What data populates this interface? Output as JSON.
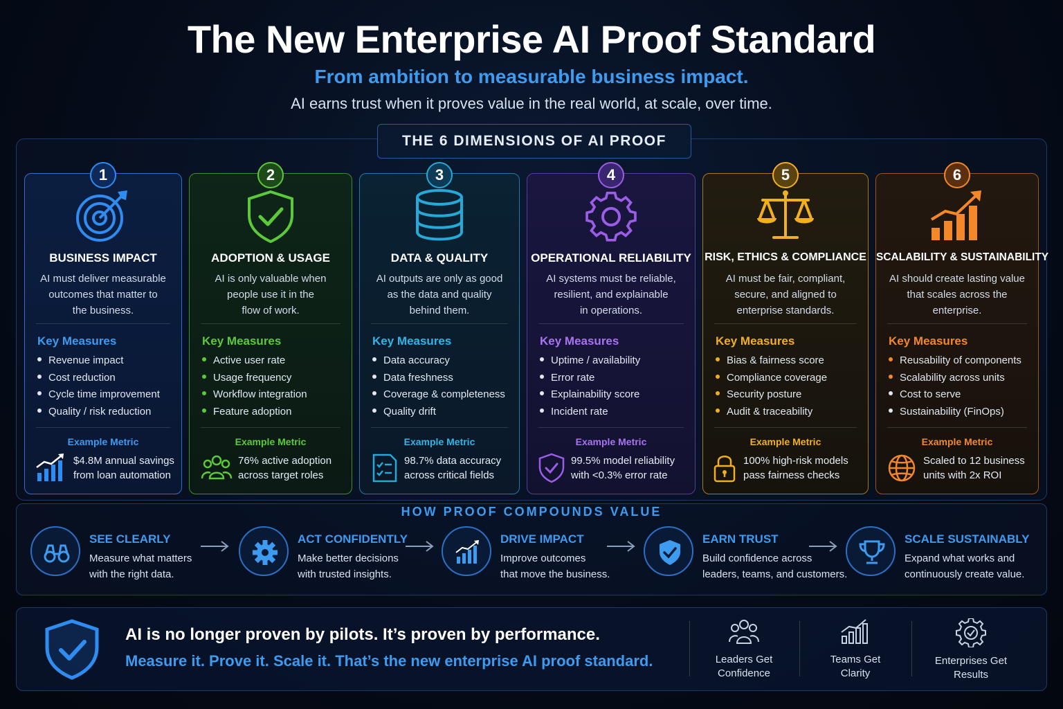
{
  "header": {
    "title": "The New Enterprise AI Proof Standard",
    "subtitle": "From ambition to measurable business impact.",
    "tagline": "AI earns trust when it proves value in the real world, at scale, over time."
  },
  "dimensions": {
    "heading": "THE 6 DIMENSIONS OF AI PROOF",
    "key_measures_label": "Key Measures",
    "example_metric_label": "Example Metric",
    "cards": [
      {
        "number": "1",
        "name": "BUSINESS IMPACT",
        "color": "#2f8cf0",
        "icon": "target-icon",
        "desc": [
          "AI must deliver measurable",
          "outcomes that matter to",
          "the business."
        ],
        "measures": [
          "Revenue impact",
          "Cost reduction",
          "Cycle time improvement",
          "Quality / risk reduction"
        ],
        "metric_icon": "growth-chart-icon",
        "metric": [
          "$4.8M annual savings",
          "from loan automation"
        ]
      },
      {
        "number": "2",
        "name": "ADOPTION & USAGE",
        "color": "#5cc93a",
        "icon": "shield-check-icon",
        "desc": [
          "AI is only valuable when",
          "people use it in the",
          "flow of work."
        ],
        "measures": [
          "Active user rate",
          "Usage frequency",
          "Workflow integration",
          "Feature adoption"
        ],
        "metric_icon": "people-icon",
        "metric": [
          "76% active adoption",
          "across target roles"
        ]
      },
      {
        "number": "3",
        "name": "DATA & QUALITY",
        "color": "#25a9d9",
        "icon": "database-icon",
        "desc": [
          "AI outputs are only as good",
          "as the data and quality",
          "behind them."
        ],
        "measures": [
          "Data accuracy",
          "Data freshness",
          "Coverage & completeness",
          "Quality drift"
        ],
        "metric_icon": "checklist-icon",
        "metric": [
          "98.7% data accuracy",
          "across critical fields"
        ]
      },
      {
        "number": "4",
        "name": "OPERATIONAL RELIABILITY",
        "color": "#9b5de5",
        "icon": "gear-icon",
        "desc": [
          "AI systems must be reliable,",
          "resilient, and explainable",
          "in operations."
        ],
        "measures": [
          "Uptime / availability",
          "Error rate",
          "Explainability score",
          "Incident rate"
        ],
        "metric_icon": "shield-check-icon",
        "metric": [
          "99.5% model reliability",
          "with <0.3% error rate"
        ]
      },
      {
        "number": "5",
        "name": "RISK, ETHICS & COMPLIANCE",
        "color": "#f2b01e",
        "icon": "scales-icon",
        "desc": [
          "AI must be fair, compliant,",
          "secure, and aligned to",
          "enterprise standards."
        ],
        "measures": [
          "Bias & fairness score",
          "Compliance coverage",
          "Security posture",
          "Audit & traceability"
        ],
        "metric_icon": "lock-icon",
        "metric": [
          "100% high-risk models",
          "pass fairness checks"
        ]
      },
      {
        "number": "6",
        "name": "SCALABILITY & SUSTAINABILITY",
        "color": "#f2882a",
        "icon": "growth-bars-icon",
        "desc": [
          "AI should create lasting value",
          "that scales across the",
          "enterprise."
        ],
        "measures": [
          "Reusability of components",
          "Scalability across units",
          "Cost to serve",
          "Sustainability (FinOps)"
        ],
        "metric_icon": "globe-icon",
        "metric": [
          "Scaled to 12 business",
          "units with 2x ROI"
        ]
      }
    ]
  },
  "compounding": {
    "heading": "HOW PROOF COMPOUNDS VALUE",
    "steps": [
      {
        "name": "SEE CLEARLY",
        "icon": "binoculars-icon",
        "desc": [
          "Measure what matters",
          "with the right data."
        ]
      },
      {
        "name": "ACT CONFIDENTLY",
        "icon": "gear-icon",
        "desc": [
          "Make better decisions",
          "with trusted insights."
        ]
      },
      {
        "name": "DRIVE IMPACT",
        "icon": "growth-chart-icon",
        "desc": [
          "Improve outcomes",
          "that move the business."
        ]
      },
      {
        "name": "EARN TRUST",
        "icon": "shield-check-icon",
        "desc": [
          "Build confidence across",
          "leaders, teams, and customers."
        ]
      },
      {
        "name": "SCALE SUSTAINABLY",
        "icon": "trophy-icon",
        "desc": [
          "Expand what works and",
          "continuously create value."
        ]
      }
    ]
  },
  "banner": {
    "line1": "AI is no longer proven by pilots. It’s proven by performance.",
    "line2": "Measure it. Prove it. Scale it. That’s the new enterprise AI proof standard.",
    "outcomes": [
      {
        "icon": "people-icon",
        "text": [
          "Leaders Get",
          "Confidence"
        ]
      },
      {
        "icon": "growth-chart-icon",
        "text": [
          "Teams Get",
          "Clarity"
        ]
      },
      {
        "icon": "gear-check-icon",
        "text": [
          "Enterprises Get",
          "Results"
        ]
      }
    ]
  }
}
